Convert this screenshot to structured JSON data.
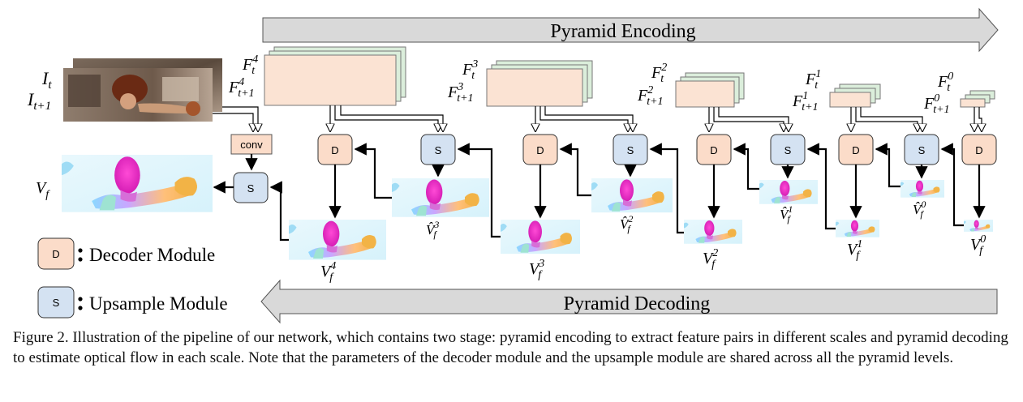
{
  "banners": {
    "encoding": "Pyramid Encoding",
    "decoding": "Pyramid Decoding"
  },
  "modules": {
    "decoder_letter": "D",
    "upsample_letter": "S",
    "conv_label": "conv"
  },
  "legend": {
    "decoder": "Decoder Module",
    "upsample": "Upsample Module"
  },
  "input_labels": {
    "frame_t": "I",
    "frame_t_sub": "t",
    "frame_t1_sub": "t+1",
    "final_flow": "V",
    "final_flow_sub": "f"
  },
  "levels": [
    {
      "sup": "4"
    },
    {
      "sup": "3"
    },
    {
      "sup": "2"
    },
    {
      "sup": "1"
    },
    {
      "sup": "0"
    }
  ],
  "feature_symbol": "F",
  "feature_subs": [
    "t",
    "t+1"
  ],
  "flow_symbol": "V",
  "upsampled_flow_symbol": "V̂",
  "flow_sub": "f",
  "colors": {
    "banner_fill": "#d9d9d9",
    "banner_stroke": "#555555",
    "decoder_fill": "#fbdcc9",
    "upsample_fill": "#d4e2f2",
    "feature_front": "#fbe3d3",
    "feature_back": "#dbeedb",
    "flow_pink": "#ee2fc8",
    "flow_orange": "#f2b346"
  },
  "caption": "Figure 2. Illustration of the pipeline of our network, which contains two stage: pyramid encoding to extract feature pairs in different scales and pyramid decoding to estimate optical flow in each scale. Note that the parameters of the decoder module and the upsample module are shared across all the pyramid levels."
}
